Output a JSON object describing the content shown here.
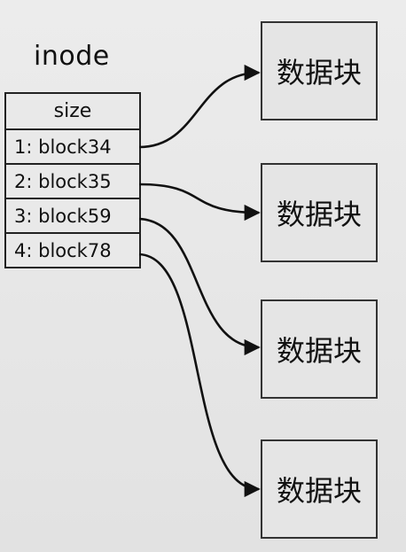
{
  "inode": {
    "title": "inode",
    "header": "size",
    "entries": [
      "1: block34",
      "2: block35",
      "3: block59",
      "4: block78"
    ]
  },
  "blocks": [
    "数据块",
    "数据块",
    "数据块",
    "数据块"
  ],
  "colors": {
    "stroke": "#111111",
    "box_fill": "#e5e5e5",
    "background": "#e8e8e8"
  }
}
